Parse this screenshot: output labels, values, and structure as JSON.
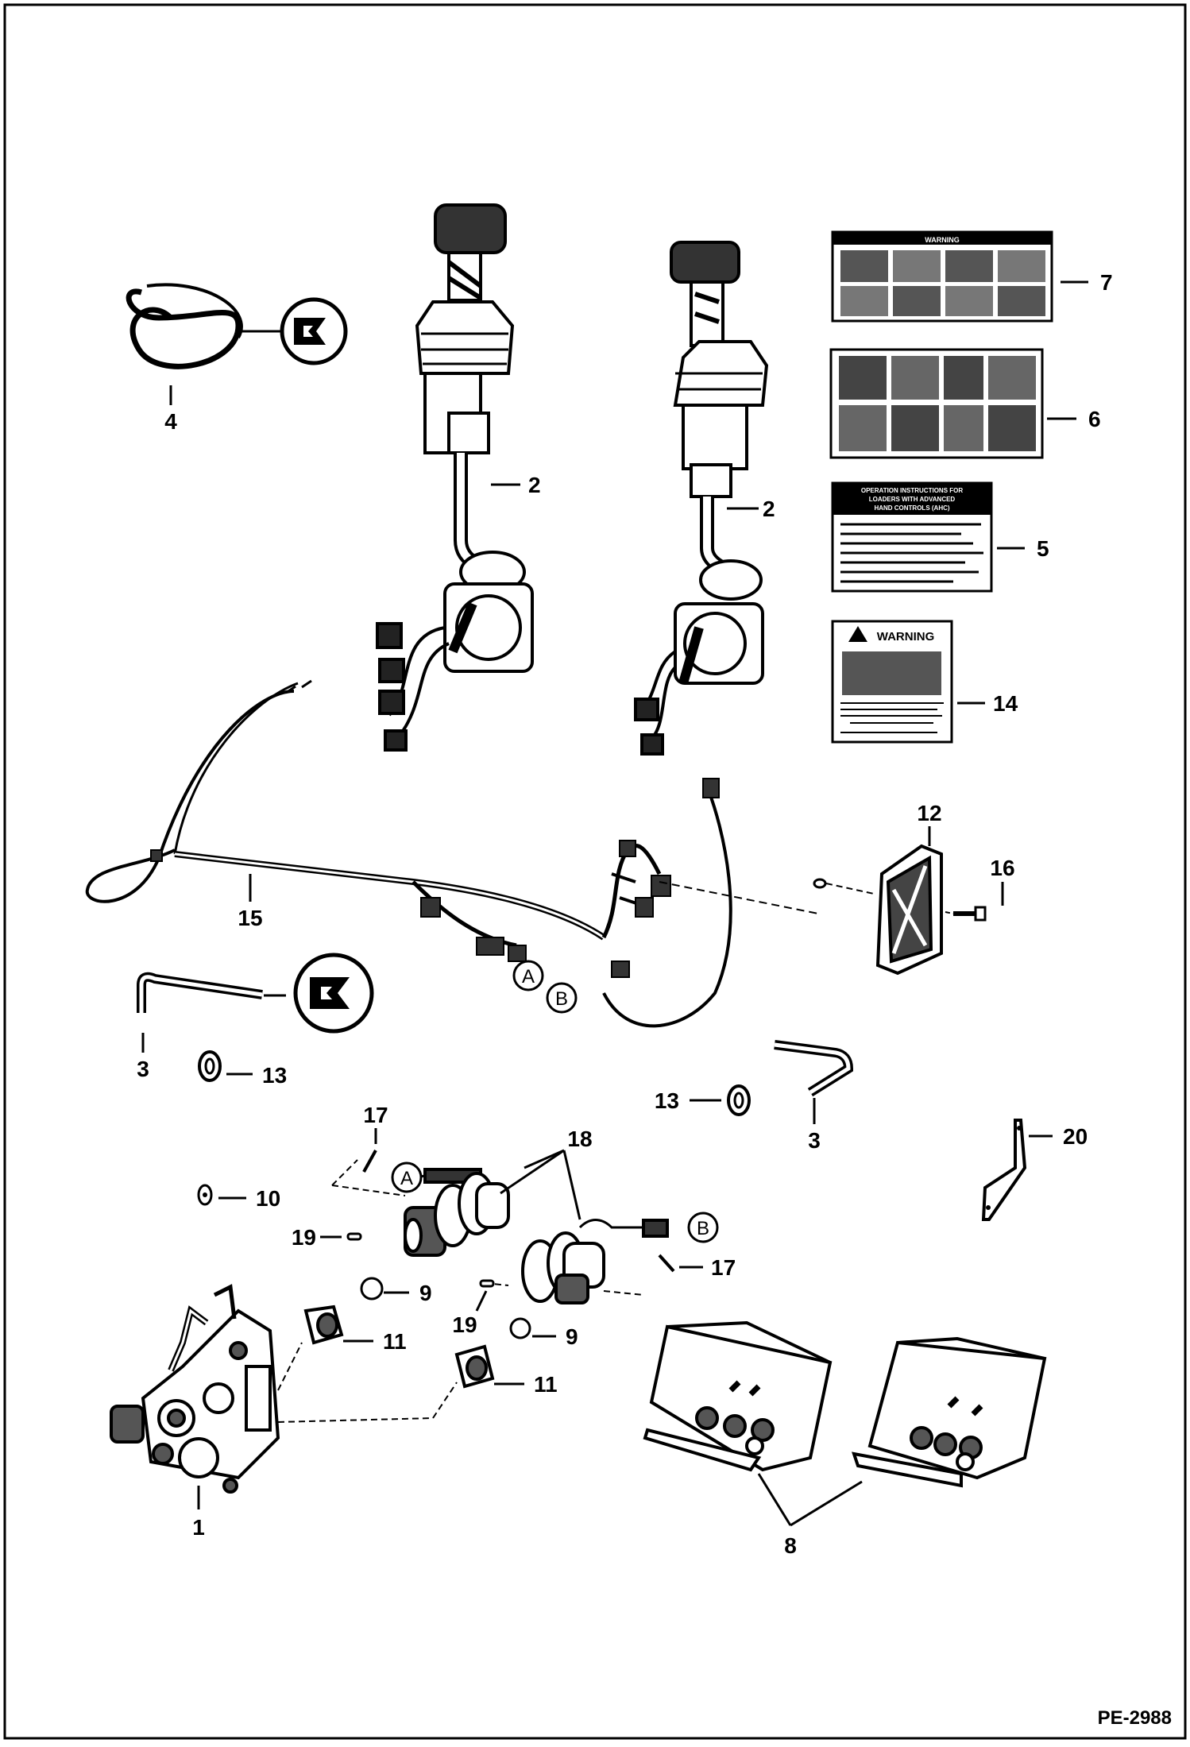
{
  "diagram_code": "PE-2988",
  "callouts": {
    "c1": "1",
    "c2a": "2",
    "c2b": "2",
    "c3a": "3",
    "c3b": "3",
    "c4": "4",
    "c5": "5",
    "c6": "6",
    "c7": "7",
    "c8": "8",
    "c9a": "9",
    "c9b": "9",
    "c10": "10",
    "c11a": "11",
    "c11b": "11",
    "c12": "12",
    "c13a": "13",
    "c13b": "13",
    "c14": "14",
    "c15": "15",
    "c16": "16",
    "c17a": "17",
    "c17b": "17",
    "c18": "18",
    "c19a": "19",
    "c19b": "19",
    "c20": "20"
  },
  "connectors": {
    "a_top": "A",
    "b_top": "B",
    "a_bottom": "A",
    "b_bottom": "B"
  },
  "decals": {
    "warning_top": "WARNING",
    "instructions_line1": "OPERATION INSTRUCTIONS FOR",
    "instructions_line2": "LOADERS WITH ADVANCED",
    "instructions_line3": "HAND CONTROLS (AHC)",
    "warning_bottom": "WARNING"
  },
  "icons": {
    "kit": "bobcat-kit-icon"
  }
}
